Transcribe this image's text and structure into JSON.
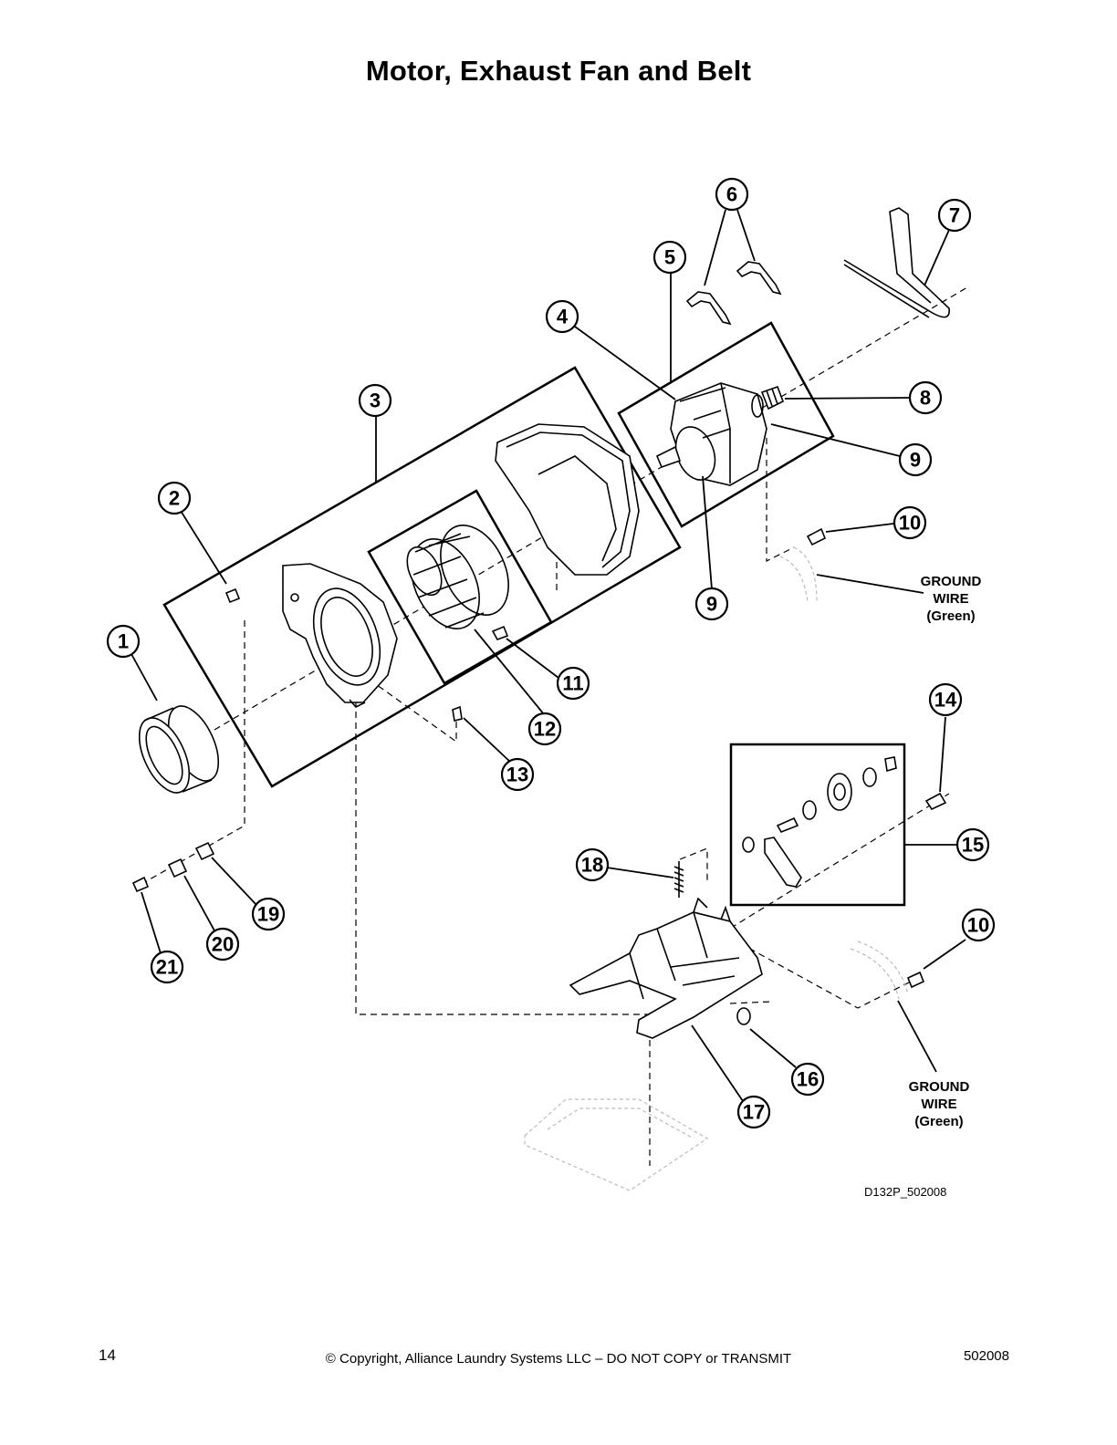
{
  "page": {
    "title": "Motor, Exhaust Fan and Belt",
    "page_number": "14",
    "copyright": "© Copyright, Alliance Laundry Systems LLC – DO NOT COPY or TRANSMIT",
    "doc_number": "502008",
    "drawing_id": "D132P_502008"
  },
  "callouts": [
    "1",
    "2",
    "3",
    "4",
    "5",
    "6",
    "7",
    "8",
    "9",
    "9",
    "10",
    "10",
    "11",
    "12",
    "13",
    "14",
    "15",
    "16",
    "17",
    "18",
    "19",
    "20",
    "21"
  ],
  "notes": {
    "ground_wire_upper": [
      "GROUND",
      "WIRE",
      "(Green)"
    ],
    "ground_wire_lower": [
      "GROUND",
      "WIRE",
      "(Green)"
    ]
  }
}
